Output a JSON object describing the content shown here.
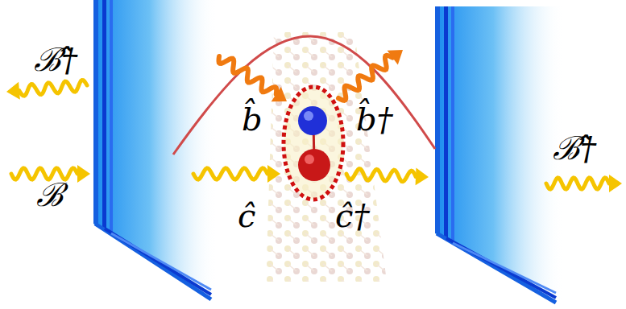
{
  "diagram": {
    "labels": [
      "ℬ̂†",
      "ℬ",
      "b̂",
      "b̂†",
      "ĉ",
      "ĉ†",
      "ℬ̂†"
    ]
  }
}
